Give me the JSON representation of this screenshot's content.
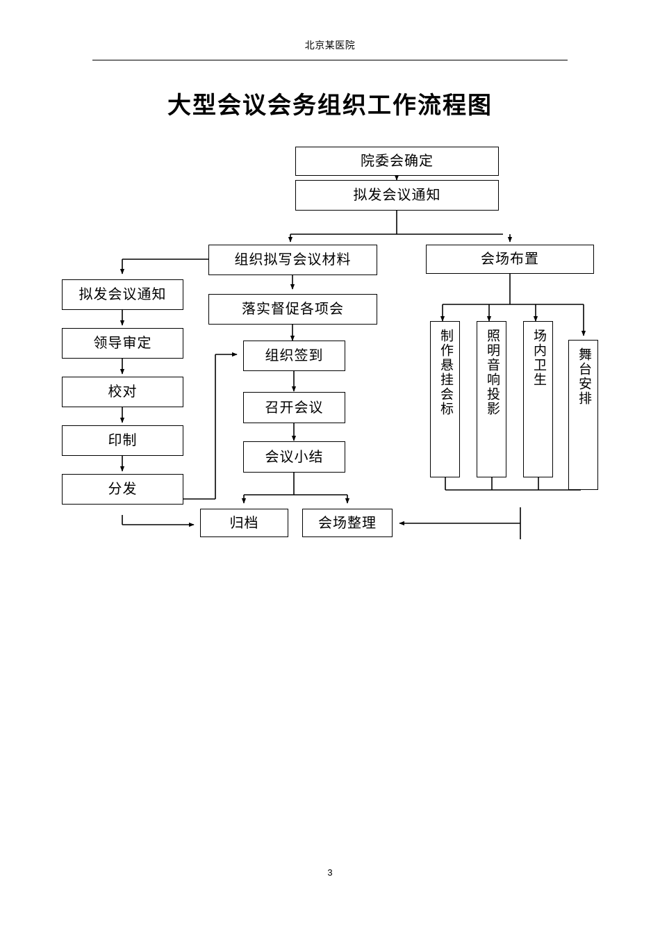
{
  "header": {
    "institution": "北京某医院"
  },
  "title": "大型会议会务组织工作流程图",
  "footer": {
    "page_number": "3"
  },
  "flowchart": {
    "type": "flowchart",
    "orientation": "top-down",
    "nodes": {
      "start": "院委会确定",
      "notice_draft_top": "拟发会议通知",
      "organize_materials": "组织拟写会议材料",
      "venue_setup": "会场布置",
      "notice_draft_left": "拟发会议通知",
      "leader_review": "领导审定",
      "proofread": "校对",
      "print": "印制",
      "distribute": "分发",
      "implement_supervise": "落实督促各项会",
      "organize_signin": "组织签到",
      "hold_meeting": "召开会议",
      "meeting_summary": "会议小结",
      "archive": "归档",
      "venue_cleanup": "会场整理",
      "make_banner": "制作悬挂会标",
      "lighting_audio_projection": "照明音响投影",
      "venue_hygiene": "场内卫生",
      "stage_arrangement": "舞台安排"
    },
    "edges": [
      {
        "from": "start",
        "to": "notice_draft_top"
      },
      {
        "from": "notice_draft_top",
        "to": "organize_materials"
      },
      {
        "from": "notice_draft_top",
        "to": "venue_setup"
      },
      {
        "from": "organize_materials",
        "to": "notice_draft_left"
      },
      {
        "from": "organize_materials",
        "to": "implement_supervise"
      },
      {
        "from": "notice_draft_left",
        "to": "leader_review"
      },
      {
        "from": "leader_review",
        "to": "proofread"
      },
      {
        "from": "proofread",
        "to": "print"
      },
      {
        "from": "print",
        "to": "distribute"
      },
      {
        "from": "distribute",
        "to": "organize_signin"
      },
      {
        "from": "distribute",
        "to": "archive"
      },
      {
        "from": "implement_supervise",
        "to": "organize_signin"
      },
      {
        "from": "organize_signin",
        "to": "hold_meeting"
      },
      {
        "from": "hold_meeting",
        "to": "meeting_summary"
      },
      {
        "from": "meeting_summary",
        "to": "archive"
      },
      {
        "from": "meeting_summary",
        "to": "venue_cleanup"
      },
      {
        "from": "venue_setup",
        "to": "make_banner"
      },
      {
        "from": "venue_setup",
        "to": "lighting_audio_projection"
      },
      {
        "from": "venue_setup",
        "to": "venue_hygiene"
      },
      {
        "from": "venue_setup",
        "to": "stage_arrangement"
      },
      {
        "from": "venue_tasks_group",
        "to": "venue_cleanup"
      }
    ]
  }
}
